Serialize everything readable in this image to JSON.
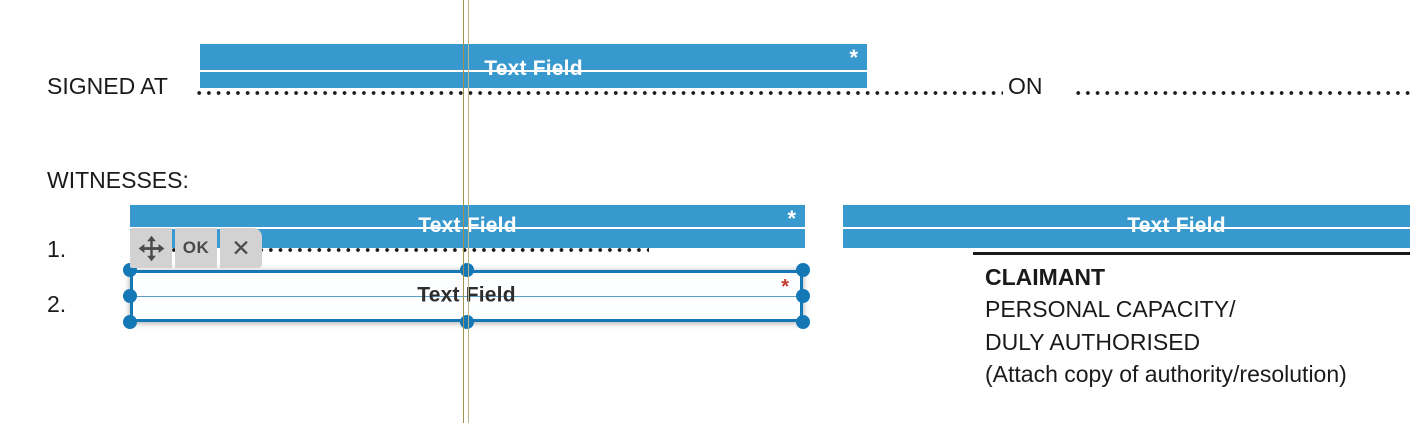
{
  "colors": {
    "field_blue": "#3899CE",
    "selection_blue": "#1478B6",
    "required_red": "#C23B2E",
    "toolbar_gray": "#D2D2D2",
    "toolbar_icon": "#4A4A4A",
    "document_text": "#1A1A1A",
    "guide_dark": "#A3924F",
    "guide_light": "#BCB489"
  },
  "document": {
    "signed_row": {
      "label": "SIGNED AT",
      "on_label": "ON"
    },
    "witnesses_heading": "WITNESSES:",
    "witness_rows": [
      {
        "number": "1."
      },
      {
        "number": "2."
      }
    ],
    "signature_block": {
      "lines": [
        "CLAIMANT",
        "PERSONAL CAPACITY/",
        "DULY AUTHORISED",
        "(Attach copy of authority/resolution)"
      ]
    }
  },
  "fields": {
    "signed_at": {
      "label": "Text Field",
      "required_marker": "*"
    },
    "witness_1": {
      "label": "Text Field",
      "required_marker": "*"
    },
    "witness_2": {
      "label": "Text Field",
      "required_marker": "*",
      "state": "selected"
    },
    "claimant_signature": {
      "label": "Text Field"
    }
  },
  "toolbar": {
    "move_icon": "move-icon",
    "ok_label": "OK",
    "close_glyph": "✕"
  }
}
